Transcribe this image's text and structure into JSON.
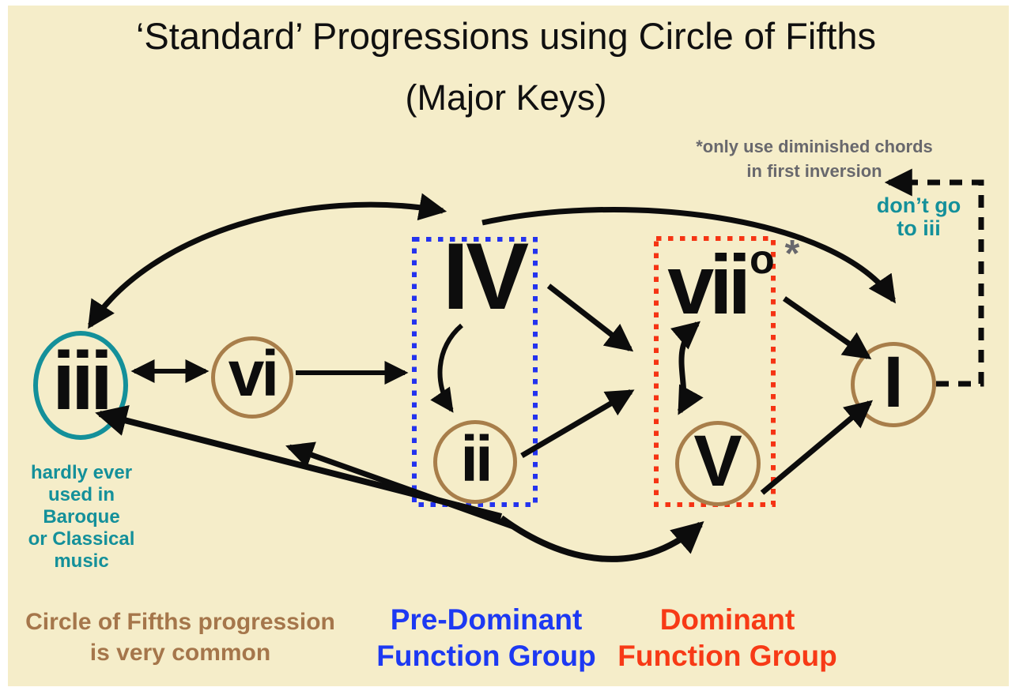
{
  "title": {
    "line1": "‘Standard’ Progressions using Circle of Fifths",
    "line2": "(Major Keys)"
  },
  "notes": {
    "diminished_line1": "*only use diminished chords",
    "diminished_line2": "in first inversion",
    "dont_go_line1": "don’t go",
    "dont_go_line2": "to iii",
    "iii_note_lines": [
      "hardly ever",
      "used in",
      "Baroque",
      "or Classical",
      "music"
    ],
    "circle_fifths_line1": "Circle of Fifths progression",
    "circle_fifths_line2": "is very common"
  },
  "groups": {
    "predominant_line1": "Pre-Dominant",
    "predominant_line2": "Function Group",
    "dominant_line1": "Dominant",
    "dominant_line2": "Function Group"
  },
  "nodes": {
    "iii": "iii",
    "vi": "vi",
    "IV": "IV",
    "ii": "ii",
    "vii": "vii",
    "vii_sup": "o",
    "vii_annotation": "*",
    "V": "V",
    "I": "I"
  },
  "colors": {
    "background": "#f5edc9",
    "teal": "#14909a",
    "brown_circle": "#a87e4a",
    "brown_text": "#a5764b",
    "blue": "#2433ee",
    "red": "#f53414",
    "gray": "#68686d",
    "arrow": "#0c0c0c"
  }
}
